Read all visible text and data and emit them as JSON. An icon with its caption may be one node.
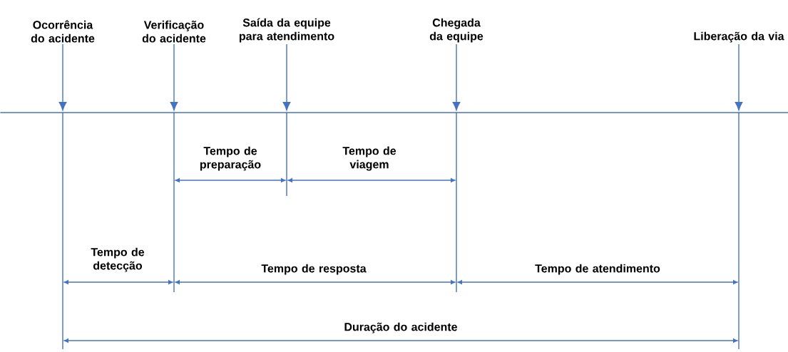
{
  "diagram": {
    "nodes": [
      {
        "text": [
          "Ocorrência do acidente"
        ]
      },
      {
        "text": [
          "Verificação do acidente"
        ]
      },
      {
        "text": [
          "Saída da equipe para atendimento"
        ]
      },
      {
        "text": [
          "Chegada da equipe"
        ]
      },
      {
        "text": [
          "Liberação da via"
        ]
      },
      {
        "text": [],
        "shape": "bar"
      }
    ],
    "edges": [
      {
        "from": 0,
        "to": 5,
        "arrow": "to"
      },
      {
        "from": 1,
        "to": 5,
        "arrow": "to"
      },
      {
        "from": 2,
        "to": 5,
        "arrow": "to"
      },
      {
        "from": 3,
        "to": 5,
        "arrow": "to"
      },
      {
        "from": 4,
        "to": 5,
        "arrow": "to"
      }
    ],
    "labels": [
      "Tempo de preparação",
      "Tempo de viagem",
      "Tempo de detecção",
      "Tempo de resposta",
      "Tempo de atendimento",
      "Duração do acidente"
    ]
  }
}
